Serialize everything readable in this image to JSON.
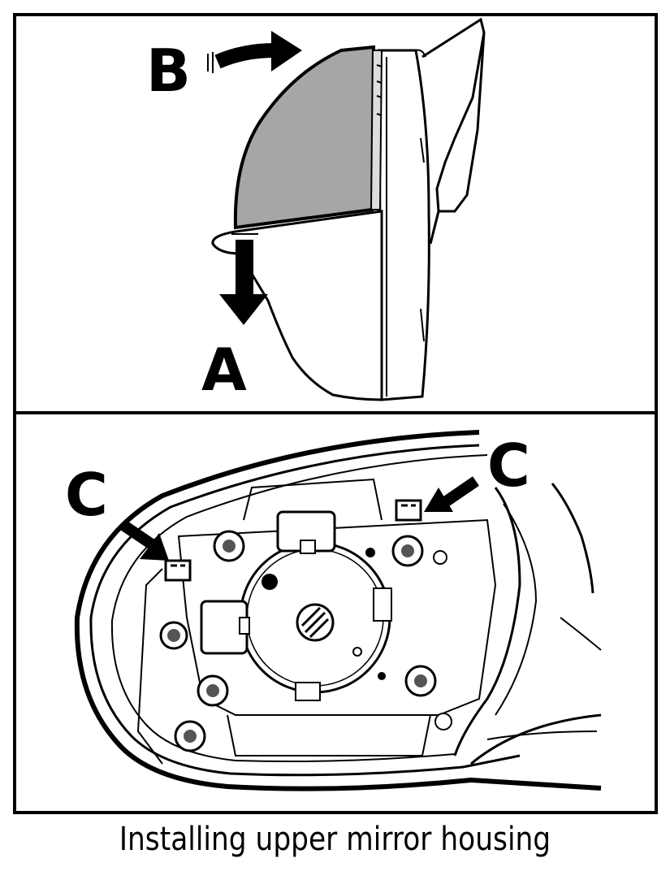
{
  "labels": {
    "a": "A",
    "b": "B",
    "c_left": "C",
    "c_right": "C"
  },
  "caption": "Installing upper mirror housing",
  "colors": {
    "line": "#000000",
    "mirror_fill": "#a6a6a6",
    "background": "#ffffff"
  }
}
